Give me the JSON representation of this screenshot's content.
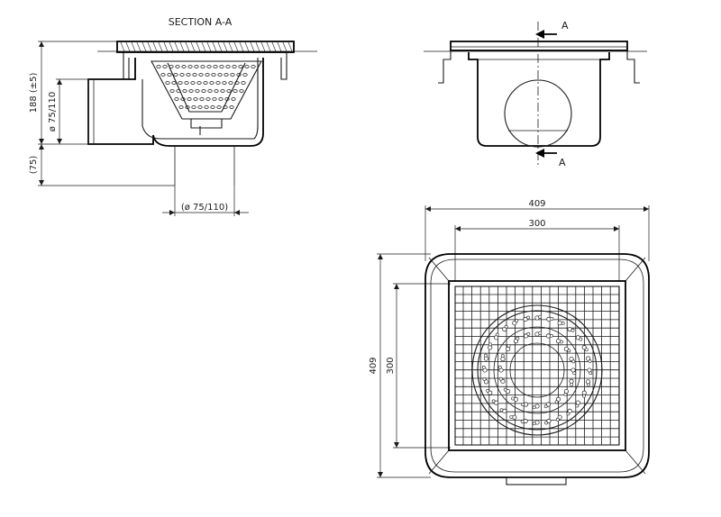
{
  "section_title": "SECTION A-A",
  "section_marker": "A",
  "section_view": {
    "height_dim": "188 (±5)",
    "inlet_dim": "ø 75/110",
    "outlet_depth_dim": "(75)",
    "outlet_dim": "(ø 75/110)"
  },
  "plan_view": {
    "outer_width": "409",
    "grate_width": "300",
    "outer_height": "409",
    "grate_height": "300"
  }
}
